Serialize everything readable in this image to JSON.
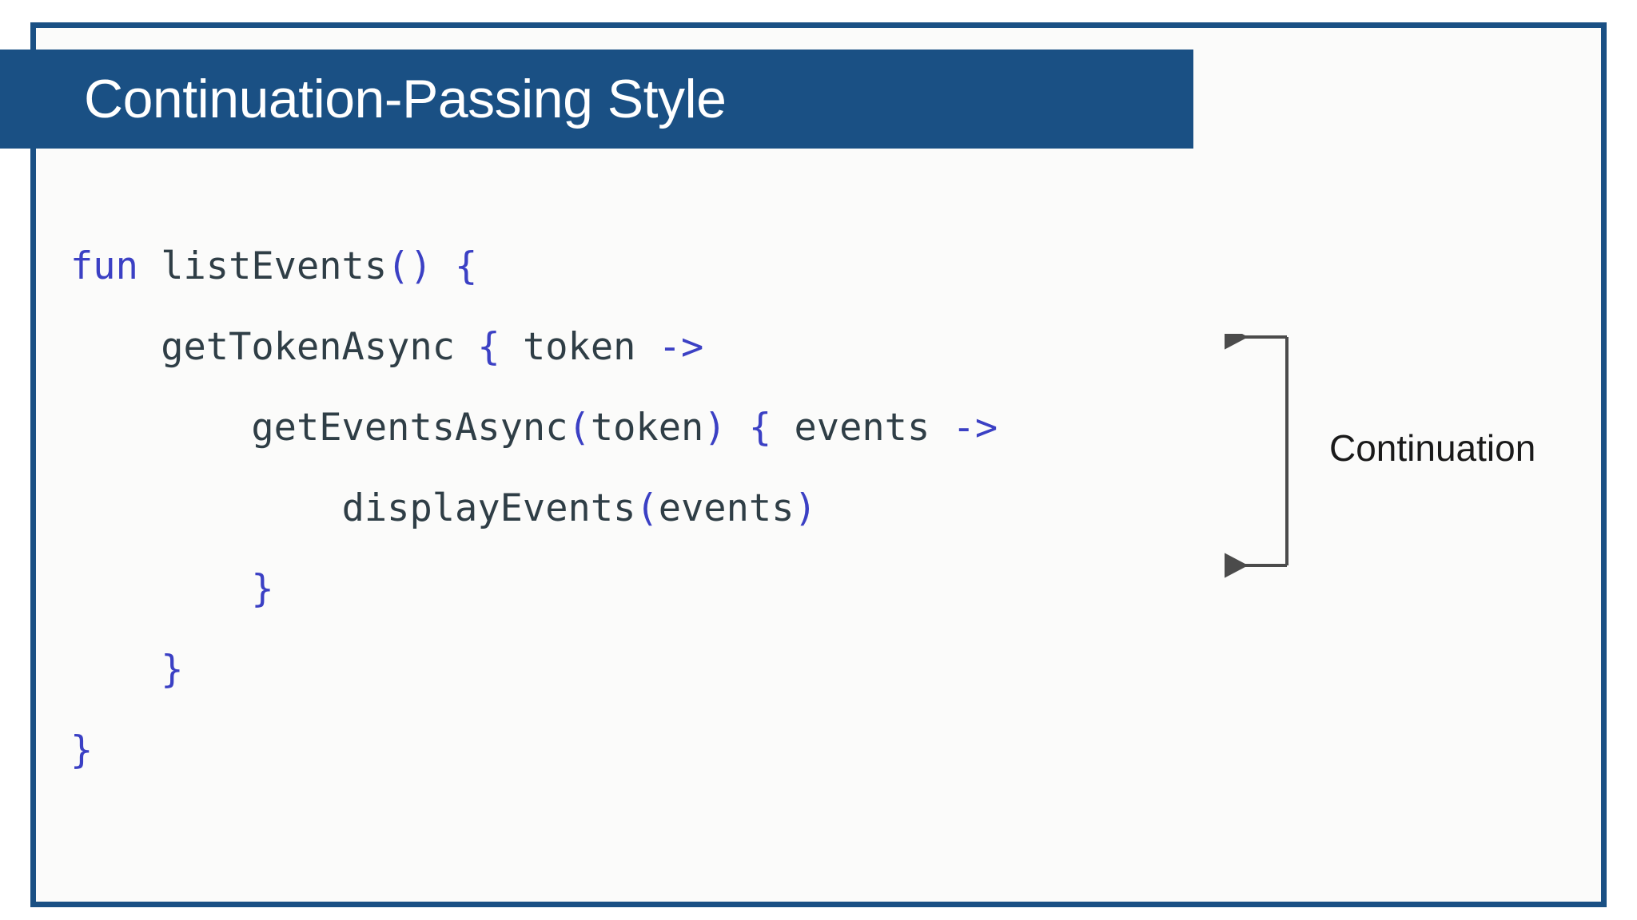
{
  "slide": {
    "title": "Continuation-Passing Style",
    "background_color": "#ffffff",
    "panel_background_color": "#fbfbfa",
    "border_color": "#1a5084",
    "title_banner_color": "#1a5084",
    "title_text_color": "#ffffff"
  },
  "code": {
    "language": "Kotlin",
    "keyword_color": "#3b40c4",
    "punctuation_color": "#3b40c4",
    "identifier_color": "#2f3e46",
    "lines": [
      {
        "indent": 0,
        "tokens": [
          {
            "text": "fun",
            "type": "keyword"
          },
          {
            "text": " ",
            "type": "plain"
          },
          {
            "text": "listEvents",
            "type": "identifier"
          },
          {
            "text": "()",
            "type": "punctuation"
          },
          {
            "text": " ",
            "type": "plain"
          },
          {
            "text": "{",
            "type": "punctuation"
          }
        ]
      },
      {
        "indent": 1,
        "tokens": [
          {
            "text": "getTokenAsync",
            "type": "identifier"
          },
          {
            "text": " ",
            "type": "plain"
          },
          {
            "text": "{",
            "type": "punctuation"
          },
          {
            "text": " ",
            "type": "plain"
          },
          {
            "text": "token",
            "type": "identifier"
          },
          {
            "text": " ",
            "type": "plain"
          },
          {
            "text": "->",
            "type": "arrow"
          }
        ]
      },
      {
        "indent": 2,
        "tokens": [
          {
            "text": "getEventsAsync",
            "type": "identifier"
          },
          {
            "text": "(",
            "type": "punctuation"
          },
          {
            "text": "token",
            "type": "identifier"
          },
          {
            "text": ")",
            "type": "punctuation"
          },
          {
            "text": " ",
            "type": "plain"
          },
          {
            "text": "{",
            "type": "punctuation"
          },
          {
            "text": " ",
            "type": "plain"
          },
          {
            "text": "events",
            "type": "identifier"
          },
          {
            "text": " ",
            "type": "plain"
          },
          {
            "text": "->",
            "type": "arrow"
          }
        ]
      },
      {
        "indent": 3,
        "tokens": [
          {
            "text": "displayEvents",
            "type": "identifier"
          },
          {
            "text": "(",
            "type": "punctuation"
          },
          {
            "text": "events",
            "type": "identifier"
          },
          {
            "text": ")",
            "type": "punctuation"
          }
        ]
      },
      {
        "indent": 2,
        "tokens": [
          {
            "text": "}",
            "type": "punctuation"
          }
        ]
      },
      {
        "indent": 1,
        "tokens": [
          {
            "text": "}",
            "type": "punctuation"
          }
        ]
      },
      {
        "indent": 0,
        "tokens": [
          {
            "text": "}",
            "type": "punctuation"
          }
        ]
      }
    ],
    "plain_text": "fun listEvents() {\n    getTokenAsync { token ->\n        getEventsAsync(token) { events ->\n            displayEvents(events)\n        }\n    }\n}"
  },
  "annotation": {
    "label": "Continuation",
    "bracket_color": "#4b4b4b",
    "label_color": "#1a1a1a",
    "spans_lines": [
      3,
      5
    ]
  }
}
